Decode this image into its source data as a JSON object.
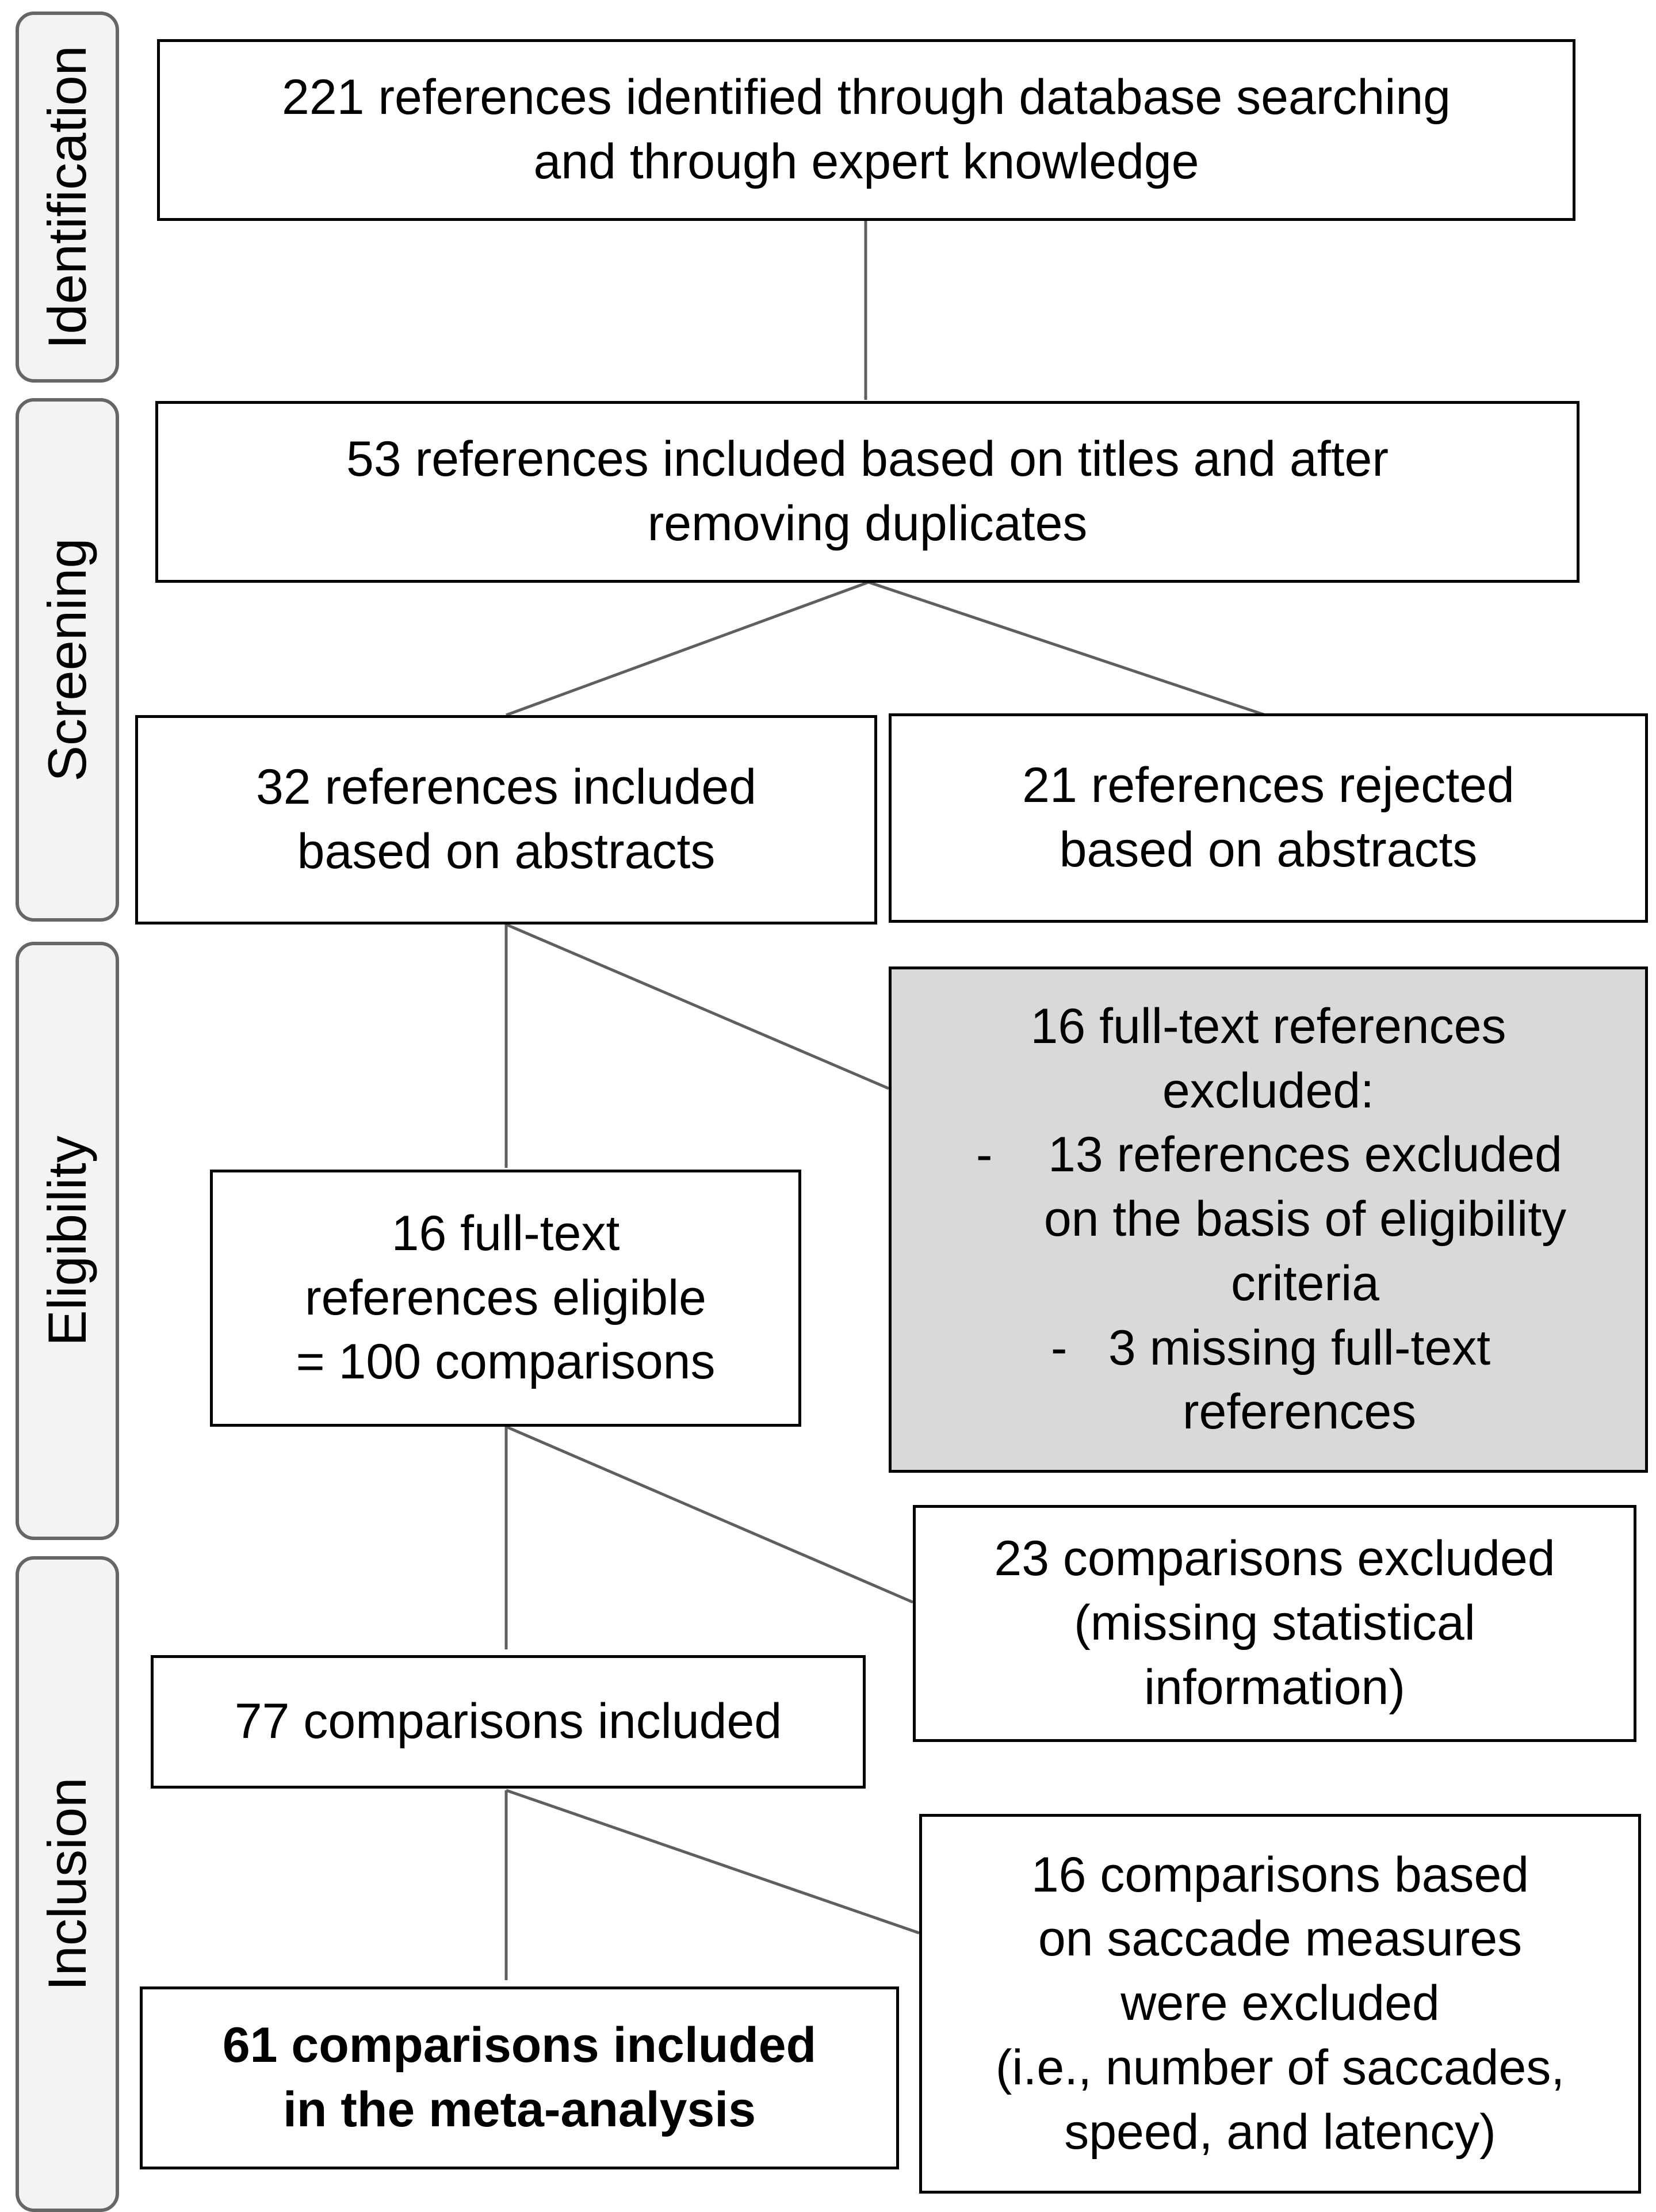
{
  "phases": {
    "identification": "Identification",
    "screening": "Screening",
    "eligibility": "Eligibility",
    "inclusion": "Inclusion"
  },
  "boxes": {
    "identified": "221 references identified through database searching\nand through expert knowledge",
    "titles": "53 references included based on titles and after\nremoving duplicates",
    "abstracts_included": "32 references included\nbased on abstracts",
    "abstracts_rejected": "21 references rejected\nbased on abstracts",
    "fulltext_eligible": "16 full-text\nreferences eligible\n= 100 comparisons",
    "fulltext_excluded": {
      "heading": "16 full-text references\nexcluded:",
      "items": [
        {
          "dash": "-",
          "text": "13 references excluded\non the basis of eligibility\ncriteria"
        },
        {
          "dash": "-",
          "text": "3 missing full-text\nreferences"
        }
      ]
    },
    "comparisons_included": "77 comparisons included",
    "comparisons_excluded": "23 comparisons excluded\n(missing statistical\ninformation)",
    "saccade_excluded": "16 comparisons based\non saccade measures\nwere excluded\n(i.e., number of saccades,\nspeed, and latency)",
    "meta_analysis": "61 comparisons included\nin the meta-analysis"
  },
  "colors": {
    "phase_fill": "#f3f3f3",
    "phase_border": "#666666",
    "arrow": "#5f5f5f",
    "excluded_fill": "#d9d9d9"
  }
}
